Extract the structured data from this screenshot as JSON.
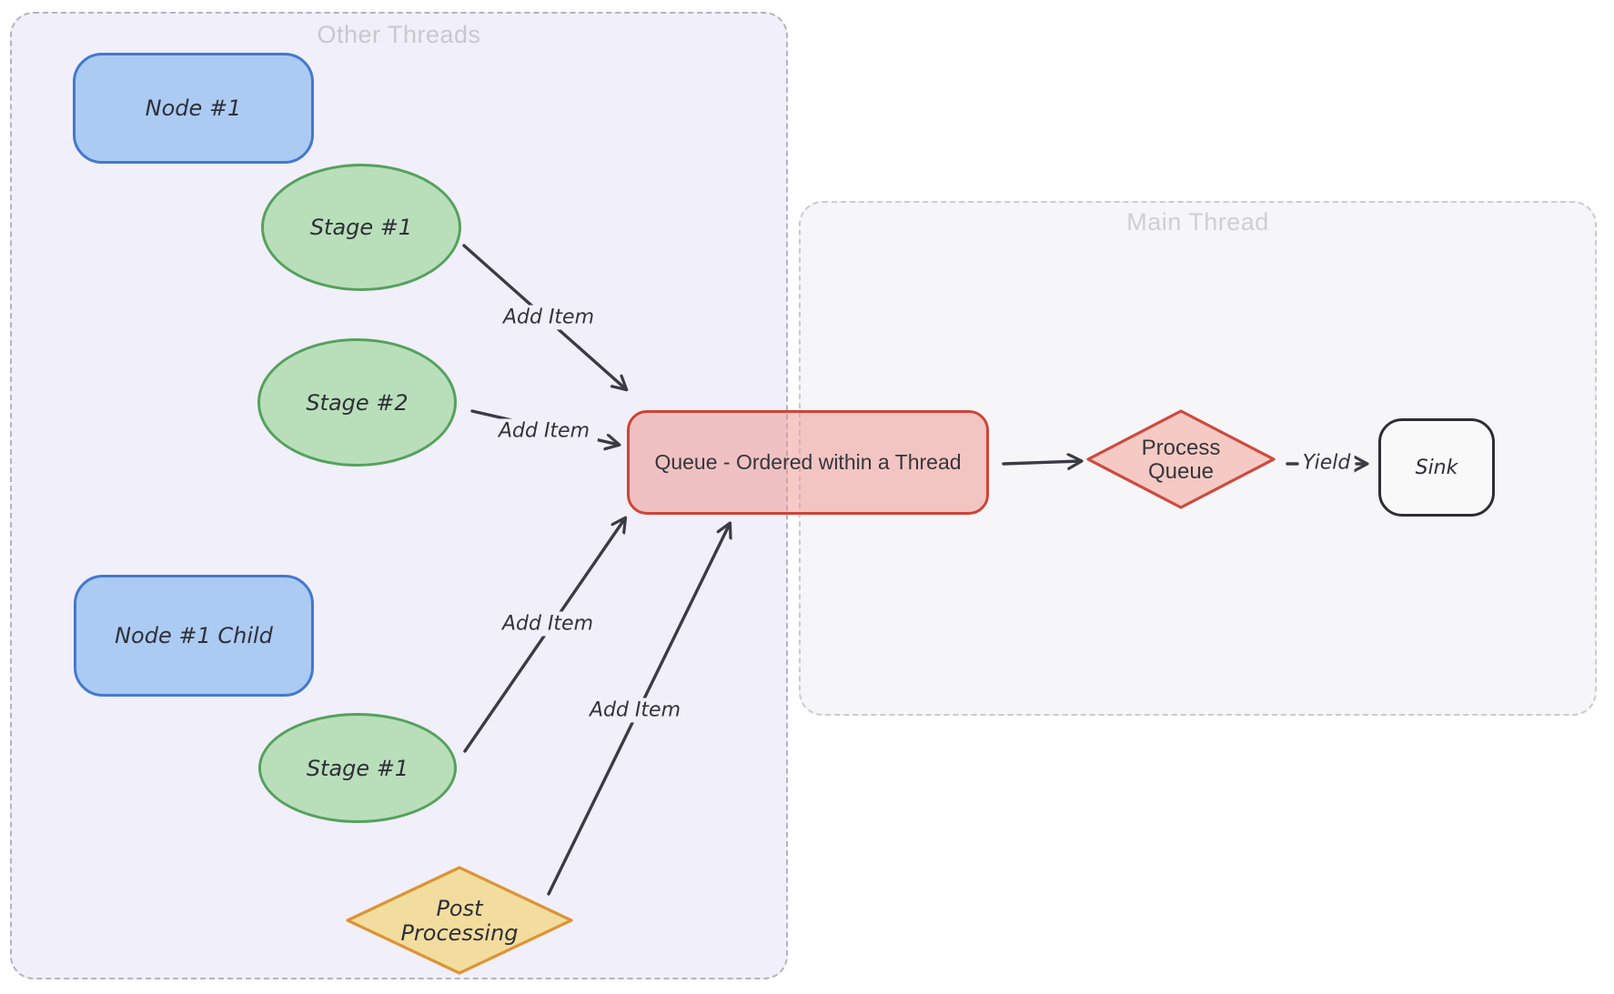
{
  "diagram": {
    "containers": {
      "other_threads": {
        "title": "Other Threads"
      },
      "main_thread": {
        "title": "Main Thread"
      }
    },
    "nodes": {
      "node1": {
        "label": "Node #1",
        "shape": "rectangle"
      },
      "stage1_top": {
        "label": "Stage #1",
        "shape": "ellipse"
      },
      "stage2": {
        "label": "Stage #2",
        "shape": "ellipse"
      },
      "node1_child": {
        "label": "Node #1 Child",
        "shape": "rectangle"
      },
      "stage1_bottom": {
        "label": "Stage #1",
        "shape": "ellipse"
      },
      "post_processing": {
        "label": "Post Processing",
        "shape": "diamond"
      },
      "queue": {
        "label": "Queue - Ordered within a Thread",
        "shape": "rectangle"
      },
      "process_queue": {
        "label": "Process Queue",
        "shape": "diamond"
      },
      "sink": {
        "label": "Sink",
        "shape": "rectangle"
      }
    },
    "edges": {
      "add_item_1": {
        "label": "Add Item",
        "from": "stage1_top",
        "to": "queue"
      },
      "add_item_2": {
        "label": "Add Item",
        "from": "stage2",
        "to": "queue"
      },
      "add_item_3": {
        "label": "Add Item",
        "from": "stage1_bottom",
        "to": "queue"
      },
      "add_item_4": {
        "label": "Add Item",
        "from": "post_processing",
        "to": "queue"
      },
      "queue_to_process": {
        "label": "",
        "from": "queue",
        "to": "process_queue"
      },
      "yield": {
        "label": "Yield",
        "from": "process_queue",
        "to": "sink"
      }
    },
    "colors": {
      "node_blue_fill": "#abcbf3",
      "node_blue_stroke": "#4379ce",
      "stage_green_fill": "#b9dfba",
      "stage_green_stroke": "#55a15e",
      "queue_red_fill": "rgba(238,148,141,0.5)",
      "queue_red_stroke": "#cf4436",
      "process_red_fill": "#f5cac5",
      "process_red_stroke": "#cf4a3e",
      "post_yellow_fill": "#f2dd9f",
      "post_yellow_stroke": "#dd9434",
      "sink_stroke": "#2e2e32",
      "arrow_stroke": "#3b3b45",
      "other_threads_bg": "#f1eff9",
      "main_thread_bg": "#f6f6f8"
    }
  }
}
